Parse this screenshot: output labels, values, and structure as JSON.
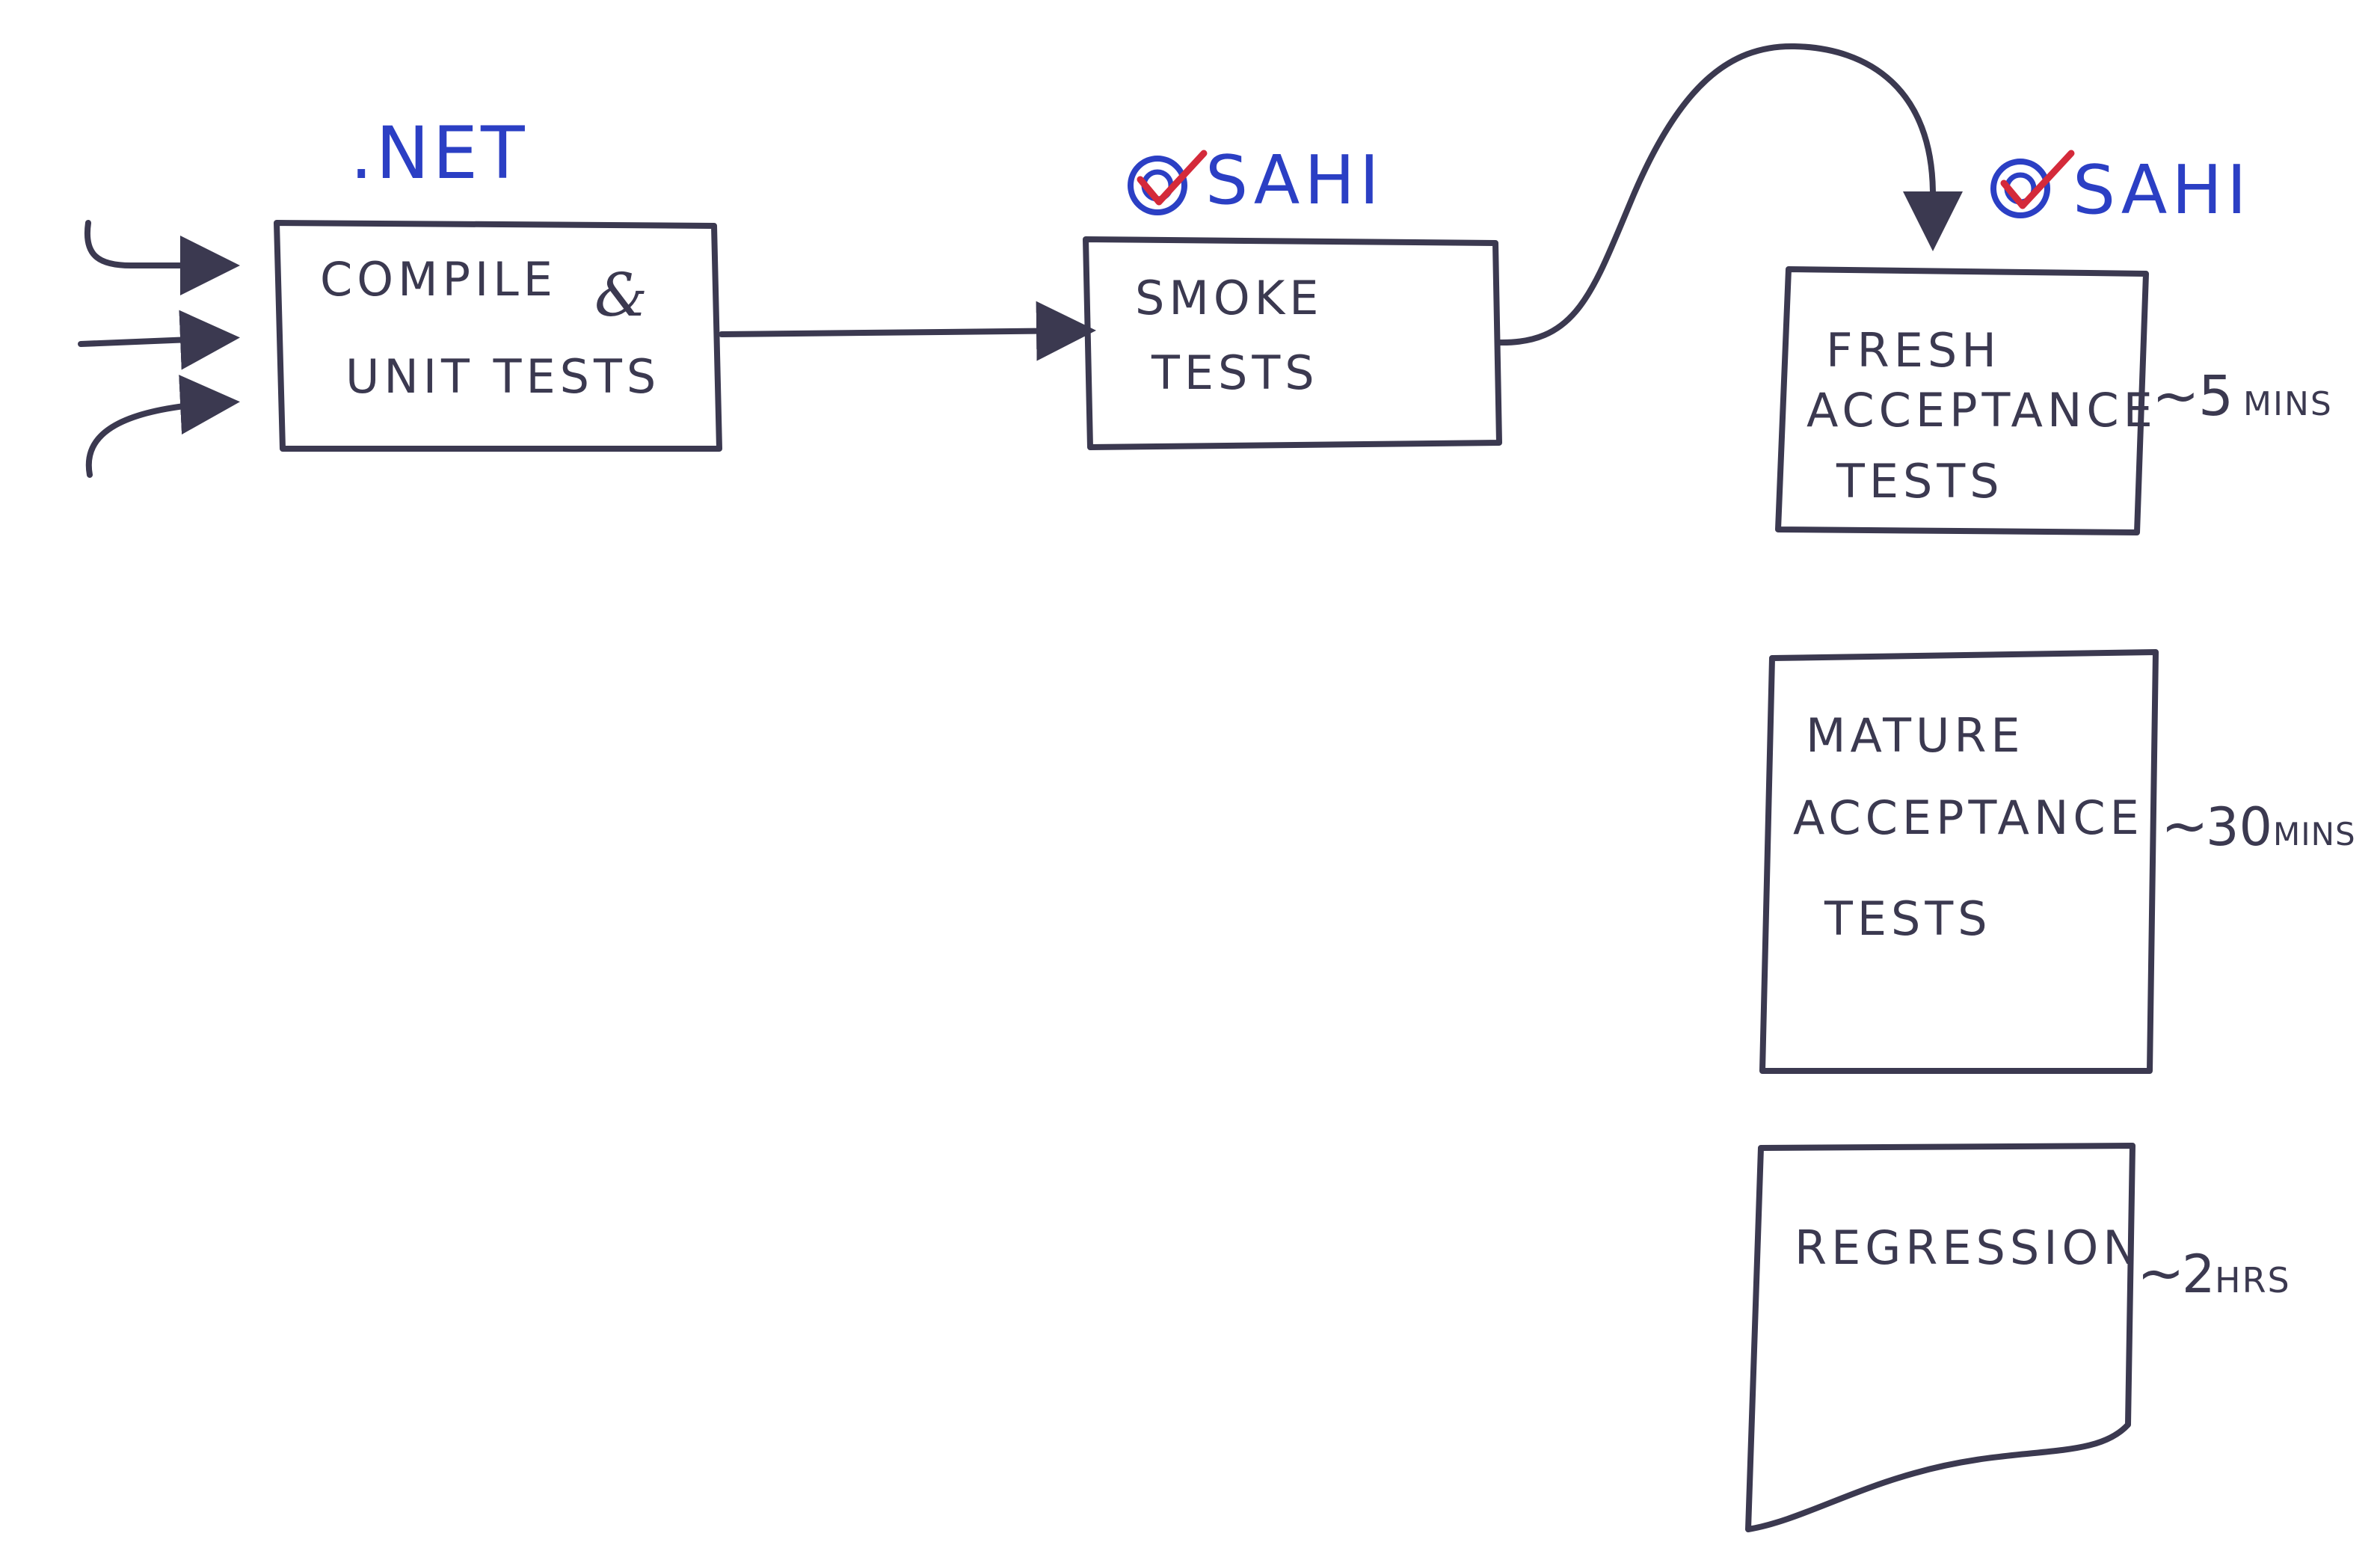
{
  "labels": {
    "net": ".NET",
    "sahi_smoke": "SAHI",
    "sahi_fresh": "SAHI"
  },
  "boxes": {
    "compile": {
      "line1": "COMPILE",
      "amp": "&",
      "line2": "UNIT  TESTS"
    },
    "smoke": {
      "line1": "SMOKE",
      "line2": "TESTS"
    },
    "fresh": {
      "line1": "FRESH",
      "line2": "ACCEPTANCE",
      "line3": "TESTS"
    },
    "mature": {
      "line1": "MATURE",
      "line2": "ACCEPTANCE",
      "line3": "TESTS"
    },
    "regression": {
      "line1": "REGRESSION"
    }
  },
  "durations": {
    "fresh": {
      "tilde": "~",
      "value": "5",
      "unit": "MINS"
    },
    "mature": {
      "tilde": "~",
      "value": "30",
      "unit": "MINS"
    },
    "regression": {
      "tilde": "~",
      "value": "2",
      "unit": "HRS"
    }
  },
  "colors": {
    "ink": "#3b3950",
    "brand": "#2b3fc4",
    "check": "#d42a3a"
  },
  "icons": [
    "sahi-logo-icon",
    "arrow-icon"
  ]
}
